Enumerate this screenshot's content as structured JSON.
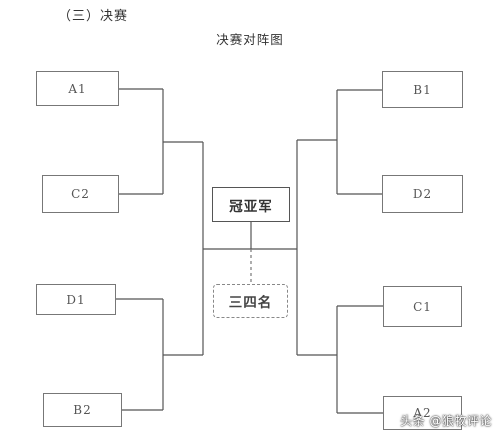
{
  "section_heading": "（三）决赛",
  "title": "决赛对阵图",
  "left_teams": [
    "A1",
    "C2",
    "D1",
    "B2"
  ],
  "right_teams": [
    "B1",
    "D2",
    "C1",
    "A2"
  ],
  "champion_box": "冠亚军",
  "third_place_box": "三四名",
  "watermark": "头条 @狼牧评论"
}
